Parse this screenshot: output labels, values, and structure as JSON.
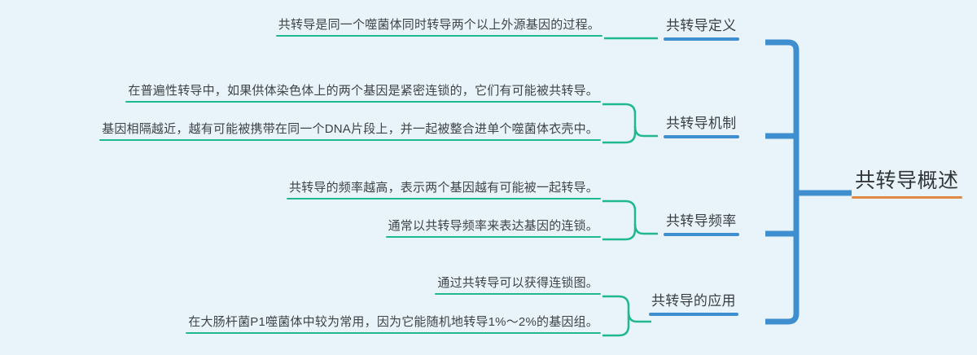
{
  "colors": {
    "background": "#e9f4fa",
    "root_accent": "#e08a45",
    "branch_accent": "#3f8fd0",
    "leaf_accent": "#21b890",
    "spine": "#3f8fd0",
    "leaf_connector": "#21b890",
    "text": "#3c4043"
  },
  "root": {
    "title": "共转导概述"
  },
  "branches": [
    {
      "id": "definition",
      "label": "共转导定义",
      "leaves": [
        "共转导是同一个噬菌体同时转导两个以上外源基因的过程。"
      ]
    },
    {
      "id": "mechanism",
      "label": "共转导机制",
      "leaves": [
        "在普遍性转导中，如果供体染色体上的两个基因是紧密连锁的，它们有可能被共转导。",
        "基因相隔越近，越有可能被携带在同一个DNA片段上，并一起被整合进单个噬菌体衣壳中。"
      ]
    },
    {
      "id": "frequency",
      "label": "共转导频率",
      "leaves": [
        "共转导的频率越高，表示两个基因越有可能被一起转导。",
        "通常以共转导频率来表达基因的连锁。"
      ]
    },
    {
      "id": "application",
      "label": "共转导的应用",
      "leaves": [
        "通过共转导可以获得连锁图。",
        "在大肠杆菌P1噬菌体中较为常用，因为它能随机地转导1%～2%的基因组。"
      ]
    }
  ]
}
